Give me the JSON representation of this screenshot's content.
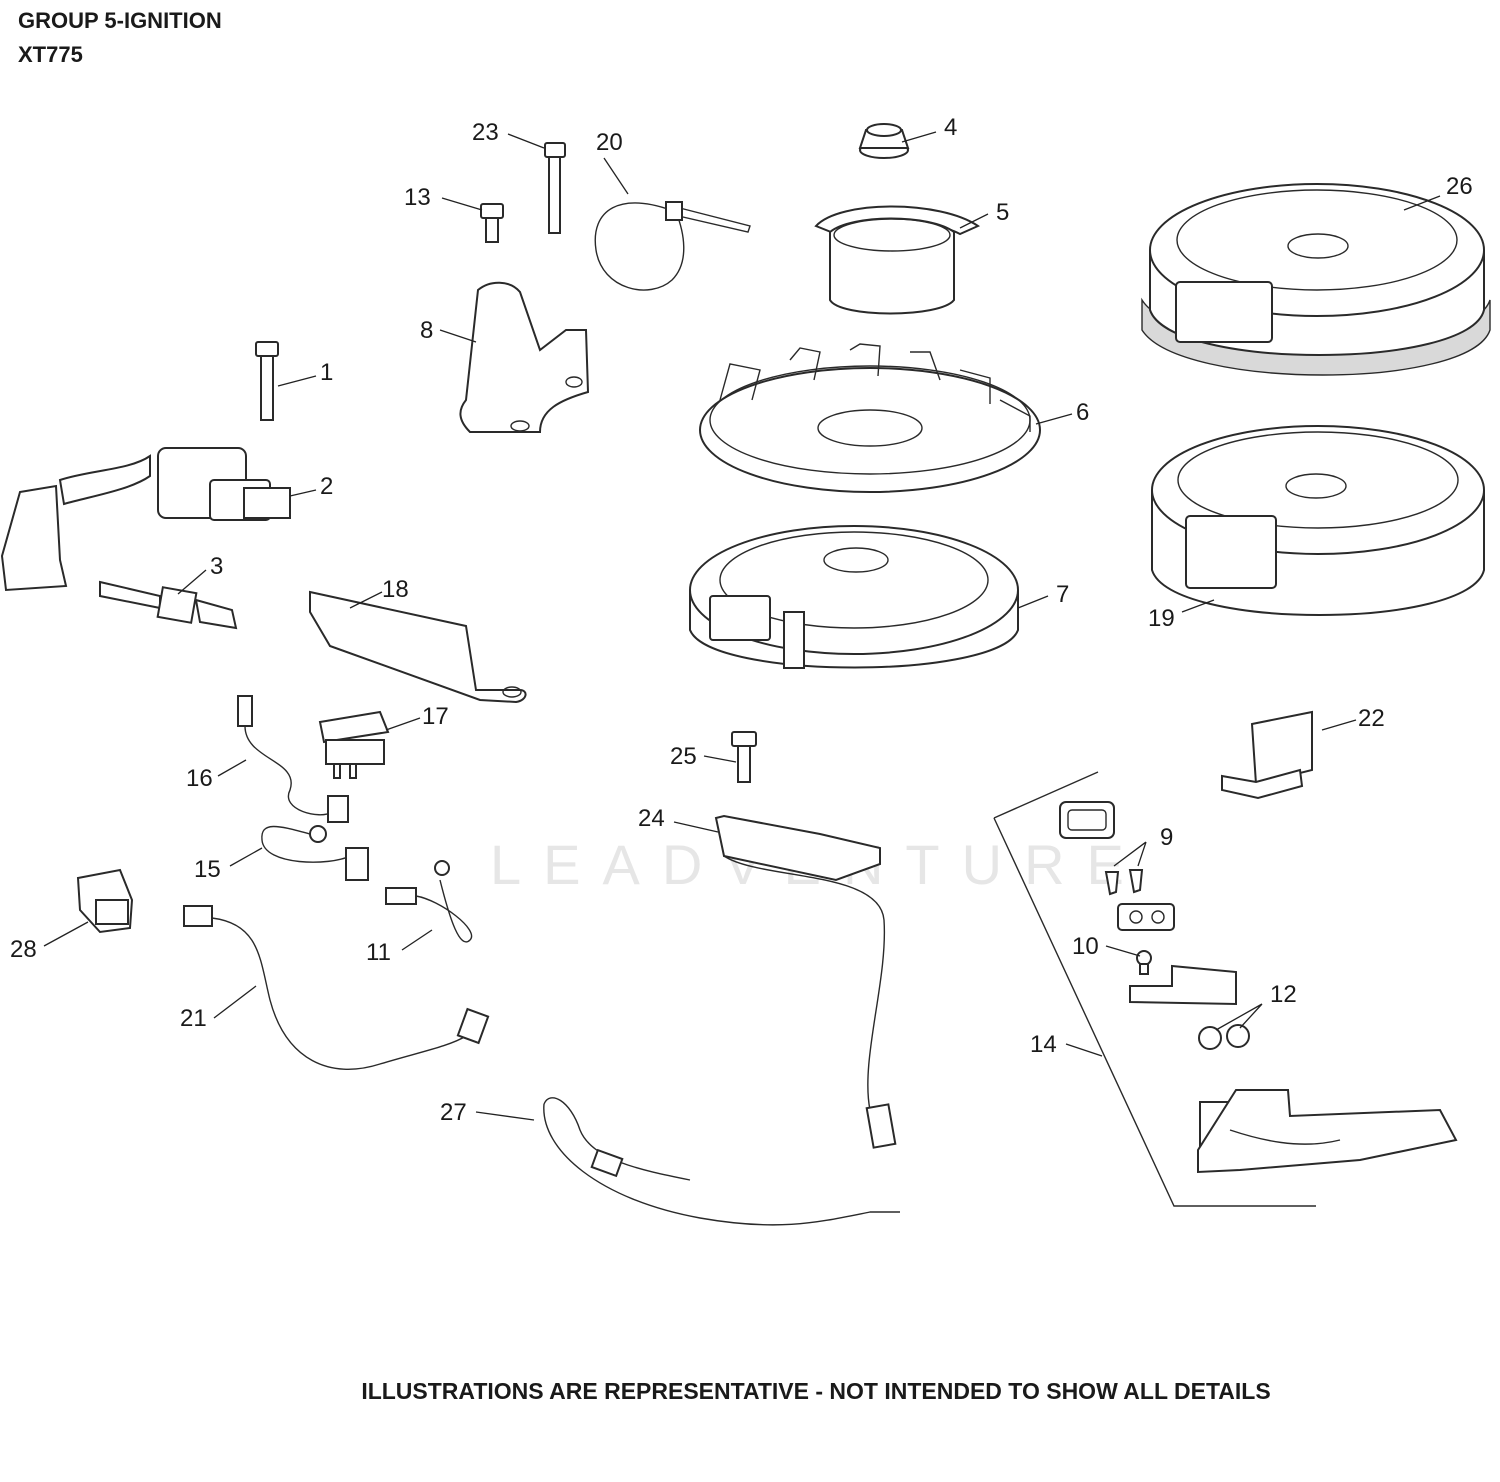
{
  "header": {
    "title": "GROUP 5-IGNITION",
    "model": "XT775"
  },
  "footer": {
    "disclaimer": "ILLUSTRATIONS ARE REPRESENTATIVE - NOT INTENDED TO SHOW ALL DETAILS"
  },
  "watermark": {
    "text": "LEADVENTURE"
  },
  "callouts": [
    "1",
    "2",
    "3",
    "4",
    "5",
    "6",
    "7",
    "8",
    "9",
    "10",
    "11",
    "12",
    "13",
    "14",
    "15",
    "16",
    "17",
    "18",
    "19",
    "20",
    "21",
    "22",
    "23",
    "24",
    "25",
    "26",
    "27",
    "28"
  ]
}
